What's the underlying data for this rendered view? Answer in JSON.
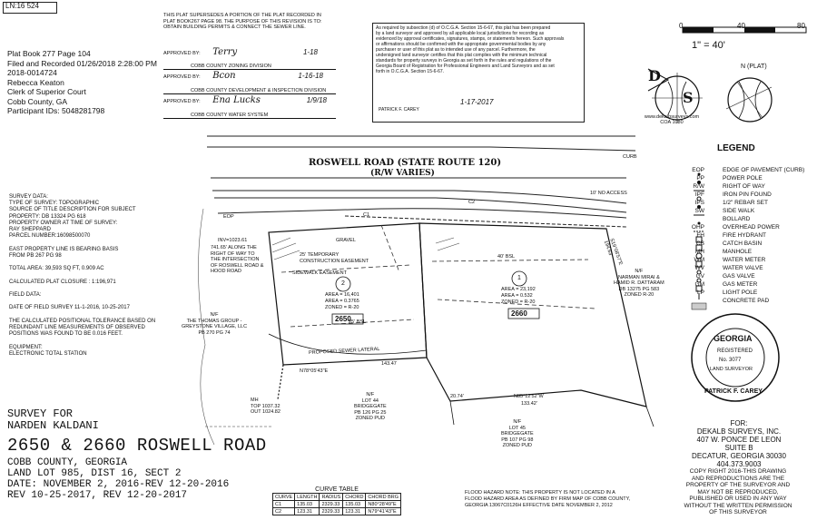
{
  "header": {
    "id_tag": "LN:16 524",
    "recording": [
      "Plat Book 277 Page 104",
      "Filed and Recorded 01/26/2018 2:28:00 PM",
      "2018-0014724",
      "Rebecca Keaton",
      "Clerk of Superior Court",
      "Cobb County, GA",
      "Participant IDs: 5048281798"
    ],
    "supersede_note": [
      "THIS PLAT SUPERSEDES A PORTION OF THE PLAT RECORDED IN",
      "PLAT BOOK267 PAGE 98.  THE PURPOSE OF THIS REVISION IS TO:",
      "",
      "OBTAIN BUILDING PERMITS  & CONNECT THE SEWER LINE."
    ],
    "approvals": [
      {
        "label": "APPROVED BY:",
        "sig": "Terry",
        "date": "1-18",
        "dept": "COBB COUNTY ZONING DIVISION"
      },
      {
        "label": "APPROVED BY:",
        "sig": "Bcon",
        "date": "1-16-18",
        "dept": "COBB COUNTY DEVELOPMENT & INSPECTION DIVISION"
      },
      {
        "label": "APPROVED BY:",
        "sig": "Ena Lucks",
        "date": "1/9/18",
        "dept": "COBB COUNTY WATER SYSTEM"
      }
    ],
    "ocga_text": [
      "As required by subsection (d) of O.C.G.A. Section 15-6-67, this plat has been prepared",
      "by a land surveyor and approved by all applicable local jurisdictions for recording as",
      "evidenced by approval certificates, signatures, stamps, or statements hereon. Such approvals",
      "or affirmations should be confirmed with the appropriate governmental bodies by any",
      "purchaser or user of this plat as to intended use of any parcel.  Furthermore, the",
      "undersigned land surveyor certifies that this plat complies with the minimum technical",
      "standards for property surveys in Georgia as set forth in the rules and regulations of the",
      "Georgia Board of Registration for Professional Engineers and Land Surveyors and as set",
      "forth in O.C.G.A. Section 15-6-67."
    ],
    "surveyor_sig_label": "PATRICK F. CAREY",
    "surveyor_sig_date": "1-17-2017"
  },
  "scale": {
    "label": "1\" = 40'",
    "ticks": [
      "0",
      "40",
      "80"
    ]
  },
  "north_label": "N (PLAT)",
  "logo": {
    "company_url": "www.dekalbsurveys.com",
    "coa": "COA 1080"
  },
  "legend": {
    "title": "LEGEND",
    "items": [
      {
        "sym": "EOP",
        "desc": "EDGE OF PAVEMENT (CURB)"
      },
      {
        "sym": "PP",
        "desc": "POWER POLE"
      },
      {
        "sym": "R/W",
        "desc": "RIGHT OF WAY"
      },
      {
        "sym": "IPF",
        "desc": "IRON PIN FOUND"
      },
      {
        "sym": "IPS",
        "desc": "1/2\" REBAR SET"
      },
      {
        "sym": "SW",
        "desc": "SIDE WALK"
      },
      {
        "sym": "",
        "desc": "BOLLARD"
      },
      {
        "sym": "OHP",
        "desc": "OVERHEAD POWER"
      },
      {
        "sym": "FH",
        "desc": "FIRE HYDRANT"
      },
      {
        "sym": "CB",
        "desc": "CATCH BASIN"
      },
      {
        "sym": "MH",
        "desc": "MANHOLE"
      },
      {
        "sym": "WM",
        "desc": "WATER METER"
      },
      {
        "sym": "WV",
        "desc": "WATER VALVE"
      },
      {
        "sym": "GV",
        "desc": "GAS VALVE"
      },
      {
        "sym": "GM",
        "desc": "GAS METER"
      },
      {
        "sym": "LP",
        "desc": "LIGHT POLE"
      },
      {
        "sym": "",
        "desc": "CONCRETE PAD"
      }
    ]
  },
  "road": {
    "name": "ROSWELL ROAD (STATE ROUTE 120)",
    "rw": "(R/W VARIES)"
  },
  "survey_data": {
    "title": "SURVEY DATA:",
    "lines": [
      "TYPE OF SURVEY: TOPOGRAPHIC",
      "SOURCE OF TITLE DESCRIPTION FOR SUBJECT",
      "PROPERTY: DB 13324 PG 618",
      "PROPERTY OWNER AT TIME OF SURVEY:",
      "RAY SHEPPARD",
      "PARCEL NUMBER:16098500070",
      "",
      "EAST PROPERTY LINE IS BEARING BASIS",
      "FROM PB 267 PG 98",
      "",
      "TOTAL AREA: 39,593 SQ FT, 0.909 AC",
      "",
      "CALCULATED PLAT CLOSURE : 1:196,971",
      "",
      "FIELD DATA:",
      "",
      "DATE OF FIELD SURVEY 11-1-2016, 10-25-2017",
      "",
      "THE CALCULATED POSITIONAL TOLERANCE BASED ON",
      "REDUNDANT LINE MEASUREMENTS OF OBSERVED",
      "POSITIONS WAS FOUND TO BE 0.016 FEET.",
      "",
      "EQUIPMENT:",
      "ELECTRONIC TOTAL STATION"
    ]
  },
  "title_block": {
    "line1": "SURVEY FOR",
    "line2": "NARDEN KALDANI",
    "address": "2650 & 2660 ROSWELL ROAD",
    "county": "COBB COUNTY, GEORGIA",
    "land_lot": "LAND LOT 985,  DIST 16, SECT 2",
    "date": "DATE: NOVEMBER 2, 2016-REV 12-20-2016",
    "rev": "REV 10-25-2017, REV 12-20-2017"
  },
  "curve_table": {
    "title": "CURVE TABLE",
    "headers": [
      "CURVE",
      "LENGTH",
      "RADIUS",
      "CHORD",
      "CHORD BRG"
    ],
    "rows": [
      [
        "C1",
        "135.03",
        "2329.33",
        "135.03",
        "N80°28'49\"E"
      ],
      [
        "C2",
        "123.31",
        "2329.33",
        "123.31",
        "N79°41'43\"E"
      ]
    ]
  },
  "flood_note": [
    "FLOOD HAZARD NOTE: THIS PROPERTY IS NOT LOCATED IN A",
    "FLOOD HAZARD AREA AS DEFINED BY FIRM MAP OF COBB COUNTY,",
    "GEORGIA 13067C0126H EFFECTIVE DATE NOVEMBER 2, 2012"
  ],
  "firm": {
    "lines": [
      "FOR:",
      "DEKALB SURVEYS, INC.",
      "407 W. PONCE DE LEON",
      "SUITE B",
      "DECATUR, GEORGIA 30030",
      "404.373.9003"
    ]
  },
  "copyright": [
    "COPY RIGHT 2016-THIS DRAWING",
    "AND REPRODUCTIONS ARE THE",
    "PROPERTY OF THE SURVEYOR AND",
    "MAY NOT BE REPRODUCED,",
    "PUBLISHED OR USED IN ANY WAY",
    "WITHOUT THE WRITTEN PERMISSION",
    "OF THIS SURVEYOR"
  ],
  "seal": {
    "top": "GEORGIA",
    "mid1": "REGISTERED",
    "mid2": "No. 3077",
    "mid3": "LAND SURVEYOR",
    "bottom": "PATRICK F. CAREY"
  },
  "plat": {
    "lot2": {
      "num": "2",
      "area": "AREA = 16,401",
      "acres": "AREA = 0.3765",
      "zoned": "ZONED = R-20",
      "addr": "2650"
    },
    "lot1": {
      "num": "1",
      "area": "AREA = 23,192",
      "acres": "AREA = 0.532",
      "zoned": "ZONED = R-20",
      "addr": "2660"
    },
    "labels": {
      "left_dist": "741.65' ALONG THE\nRIGHT OF WAY TO\nTHE INTERSECTION\nOF ROSWELL ROAD &\nHOOD ROAD",
      "thomas": "N/F\nTHE THOMAS GROUP -\nGREYSTONE VILLAGE, LLC\nPB 270 PG 74",
      "marnan": "N/F\nNARMAN MIRAI &\nHAMID R. DATTARAM\nDB 13275 PG 583\nZONED R-20",
      "lot44": "N/F\nLOT 44\nBRIDGEGATE\nPB 126 PG 25\nZONED PUD",
      "lot45": "N/F\nLOT 45\nBRIDGEGATE\nPB 107 PG 98\nZONED PUD",
      "sewer": "PROPOSED SEWER LATERAL",
      "bsl_25": "25' BSL",
      "bsl_40": "40' BSL",
      "bearing1": "N78°05'43\"E",
      "dist1": "143.47",
      "bearing2": "N85°12'52\"W",
      "dist2": "133.42'",
      "dist3": "20.74'",
      "mh": "MH\nTOP 1037.32\nOUT 1024.82",
      "no_access": "10' NO ACCESS",
      "gravel": "GRAVEL",
      "easement": "25' TEMPORARY\nCONSTRUCTION EASEMENT",
      "sidewalk": "SIDEWALK EASEMENT",
      "inv": "INV=1023.61",
      "cl": "C1",
      "c2": "C2",
      "eop": "EOP",
      "curb": "CURB",
      "sp": "S19°08'57\"E\n194.63'"
    }
  }
}
